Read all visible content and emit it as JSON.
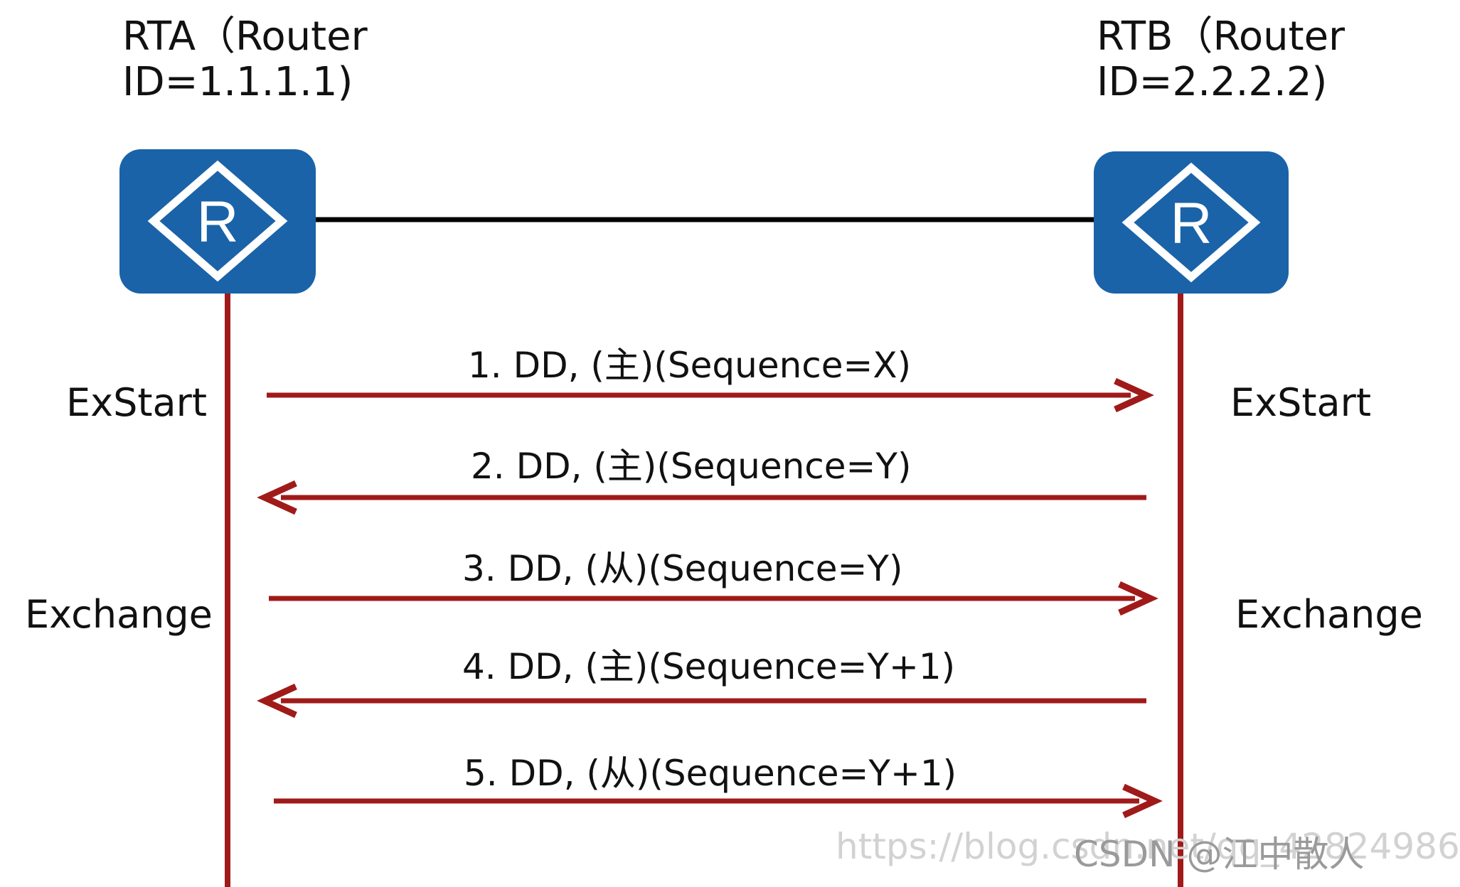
{
  "routers": [
    {
      "id": "rta",
      "name_line1": "RTA（Router",
      "name_line2": "ID=1.1.1.1)",
      "icon": "router-icon",
      "icon_letter": "R"
    },
    {
      "id": "rtb",
      "name_line1": "RTB（Router",
      "name_line2": "ID=2.2.2.2)",
      "icon": "router-icon",
      "icon_letter": "R"
    }
  ],
  "states": {
    "left_exstart": "ExStart",
    "right_exstart": "ExStart",
    "left_exchange": "Exchange",
    "right_exchange": "Exchange"
  },
  "messages": [
    {
      "label": "1. DD, (主)(Sequence=X)",
      "direction": "right"
    },
    {
      "label": "2. DD, (主)(Sequence=Y)",
      "direction": "left"
    },
    {
      "label": "3. DD, (从)(Sequence=Y)",
      "direction": "right"
    },
    {
      "label": "4. DD, (主)(Sequence=Y+1)",
      "direction": "left"
    },
    {
      "label": "5. DD, (从)(Sequence=Y+1)",
      "direction": "right"
    }
  ],
  "watermark": {
    "url": "https://blog.csdn.net/qq_42824986",
    "brand": "CSDN @江中散人"
  },
  "colors": {
    "router_fill": "#1a63a8",
    "router_outline": "#ffffff",
    "link": "#000000",
    "lifeline": "#a01a1a",
    "arrow": "#a01a1a"
  }
}
